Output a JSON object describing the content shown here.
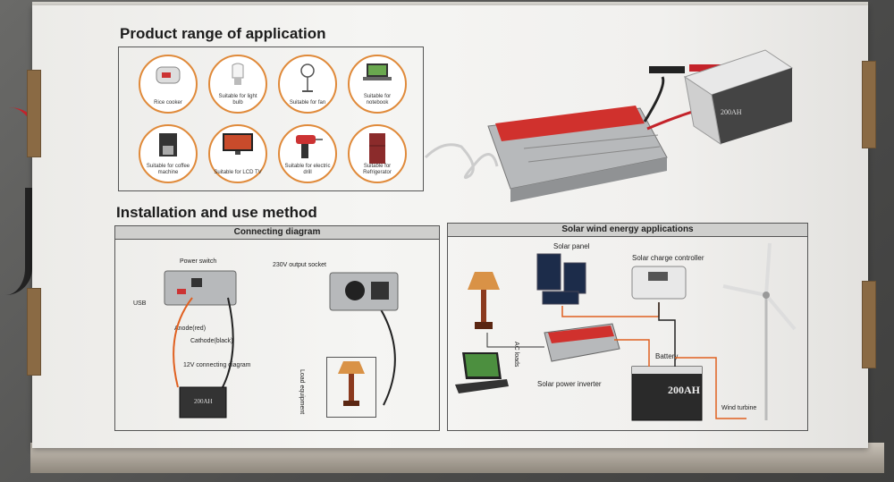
{
  "headings": {
    "product_range": "Product range of application",
    "installation": "Installation and use method"
  },
  "appliances": [
    {
      "label": "Rice cooker",
      "icon": "rice-cooker-icon"
    },
    {
      "label": "Suitable for light bulb",
      "icon": "light-bulb-icon"
    },
    {
      "label": "Suitable for fan",
      "icon": "fan-icon"
    },
    {
      "label": "Suitable for notebook",
      "icon": "notebook-icon"
    },
    {
      "label": "Suitable for coffee machine",
      "icon": "coffee-machine-icon"
    },
    {
      "label": "Suitable for LCD TV",
      "icon": "lcd-tv-icon"
    },
    {
      "label": "Suitable for electric drill",
      "icon": "electric-drill-icon"
    },
    {
      "label": "Suitable for Refrigerator",
      "icon": "refrigerator-icon"
    }
  ],
  "connecting_diagram": {
    "header": "Connecting diagram",
    "power_switch": "Power switch",
    "usb": "USB",
    "anode": "Anode(red)",
    "cathode": "Cathode(black)",
    "connecting": "12V connecting diagram",
    "output_socket": "230V output socket",
    "load_equipment": "Load equipment",
    "battery_label": "200AH"
  },
  "solar_wind": {
    "header": "Solar wind energy applications",
    "solar_panel": "Solar panel",
    "charge_controller": "Solar charge controller",
    "ac_loads": "AC loads",
    "battery": "Battery",
    "inverter": "Solar power inverter",
    "wind_turbine": "Wind turbine",
    "battery_label": "200AH"
  },
  "product_photo": {
    "battery_label": "200AH"
  },
  "colors": {
    "accent_orange": "#e08a3a",
    "inverter_red": "#d0312d",
    "cable_red": "#c4232a"
  }
}
